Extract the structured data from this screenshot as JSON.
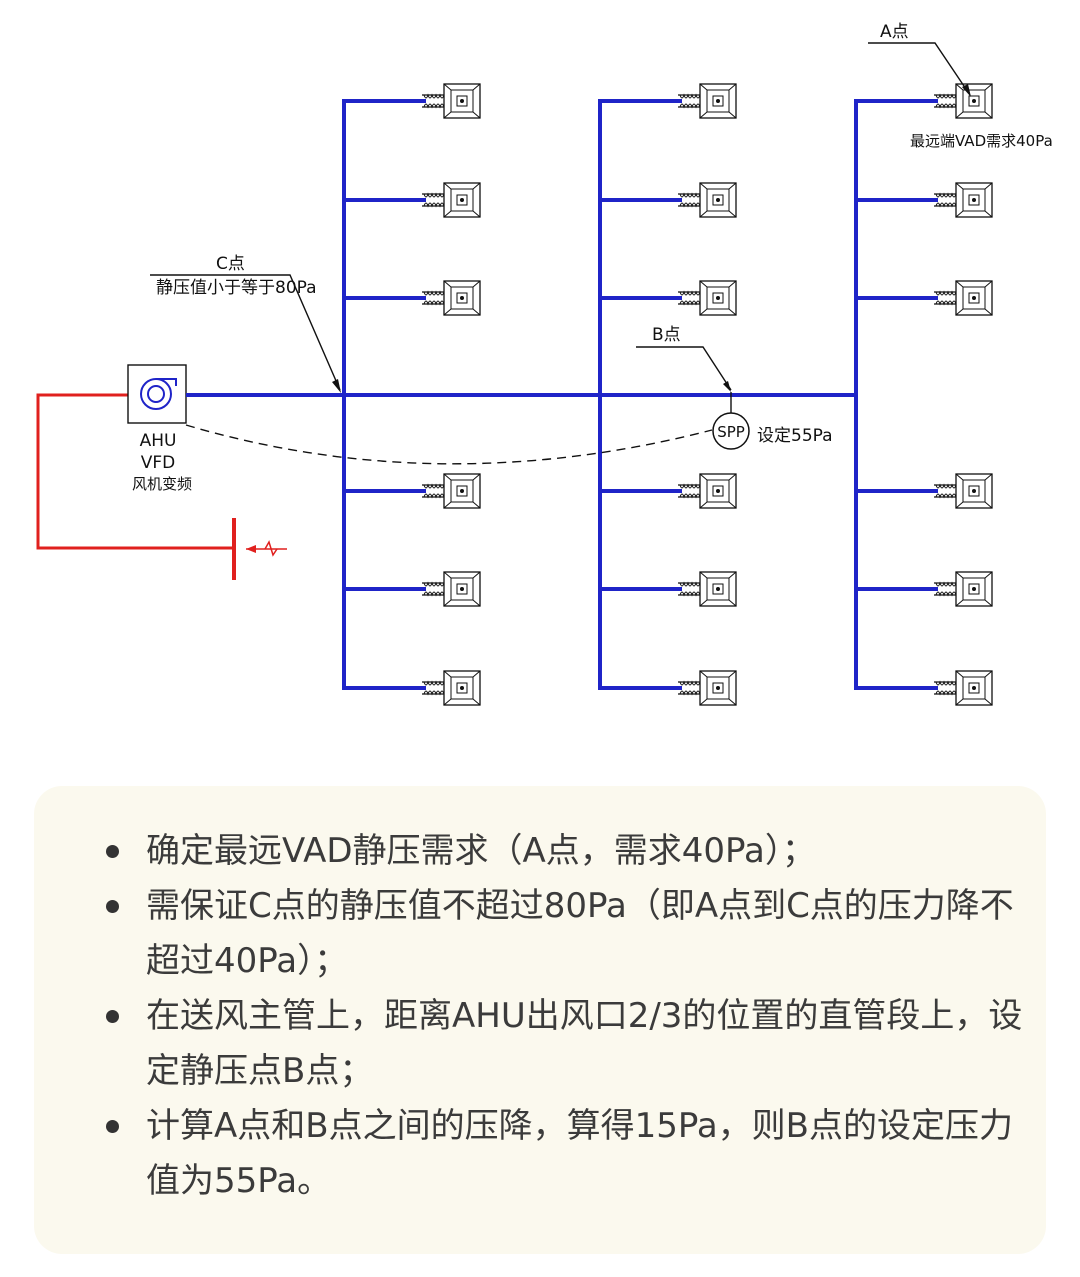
{
  "diagram": {
    "fan": {
      "label_1": "AHU",
      "label_2": "VFD",
      "label_3": "风机变频"
    },
    "point_a": {
      "label": "A点",
      "note": "最远端VAD需求40Pa"
    },
    "point_b": {
      "label": "B点",
      "sensor": "SPP",
      "setpoint": "设定55Pa"
    },
    "point_c": {
      "label": "C点",
      "note": "静压值小于等于80Pa"
    },
    "colors": {
      "duct": "#1f24c8",
      "power": "#e0201e",
      "line": "#111111"
    }
  },
  "notes": {
    "items": [
      " 确定最远VAD静压需求（A点，需求40Pa）；",
      "需保证C点的静压值不超过80Pa（即A点到C点的压力降不超过40Pa）；",
      " 在送风主管上，距离AHU出风口2/3的位置的直管段上，设定静压点B点；",
      " 计算A点和B点之间的压降，算得15Pa，则B点的设定压力值为55Pa。"
    ]
  }
}
